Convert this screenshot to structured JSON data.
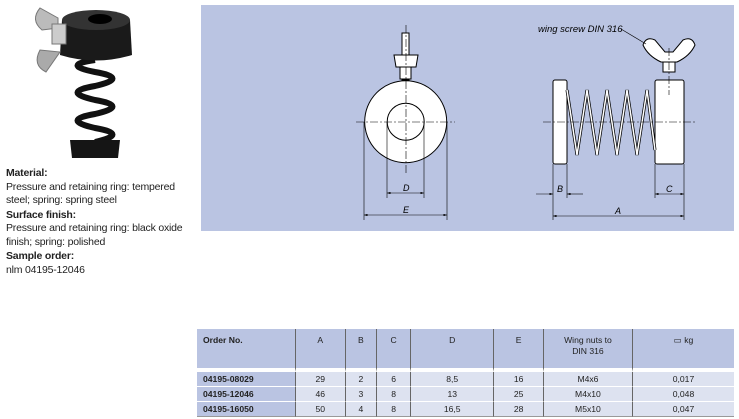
{
  "info": {
    "material_heading": "Material:",
    "material_text": "Pressure and retaining ring: tempered steel; spring: spring steel",
    "surface_heading": "Surface finish:",
    "surface_text": "Pressure and retaining ring: black oxide finish; spring: polished",
    "sample_heading": "Sample order:",
    "sample_text": "nlm 04195-12046"
  },
  "drawing": {
    "label": "wing screw DIN 316",
    "dims": {
      "a": "A",
      "b": "B",
      "c": "C",
      "d": "D",
      "e": "E"
    }
  },
  "table": {
    "headers": [
      "Order No.",
      "A",
      "B",
      "C",
      "D",
      "E",
      "Wing nuts to DIN 316",
      "kg"
    ],
    "weight_icon": "weight-icon",
    "rows": [
      [
        "04195-08029",
        "29",
        "2",
        "6",
        "8,5",
        "16",
        "M4x6",
        "0,017"
      ],
      [
        "04195-12046",
        "46",
        "3",
        "8",
        "13",
        "25",
        "M4x10",
        "0,048"
      ],
      [
        "04195-16050",
        "50",
        "4",
        "8",
        "16,5",
        "28",
        "M5x10",
        "0,047"
      ]
    ]
  }
}
